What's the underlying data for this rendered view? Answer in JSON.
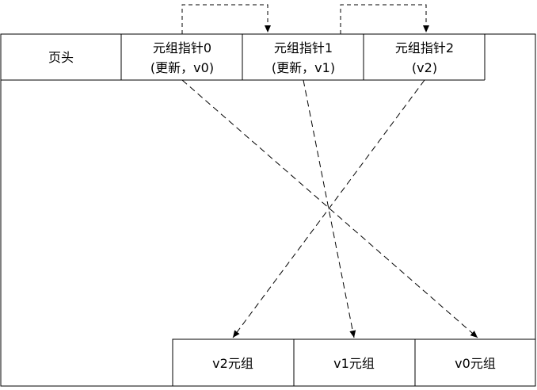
{
  "page_header": {
    "label": "页头"
  },
  "tuple_pointers": [
    {
      "line1": "元组指针0",
      "line2": "(更新，v0)"
    },
    {
      "line1": "元组指针1",
      "line2": "(更新，v1)"
    },
    {
      "line1": "元组指针2",
      "line2": "(v2)"
    }
  ],
  "tuples": [
    {
      "label": "v2元组"
    },
    {
      "label": "v1元组"
    },
    {
      "label": "v0元组"
    }
  ],
  "colors": {
    "stroke": "#000000",
    "background": "#ffffff"
  }
}
